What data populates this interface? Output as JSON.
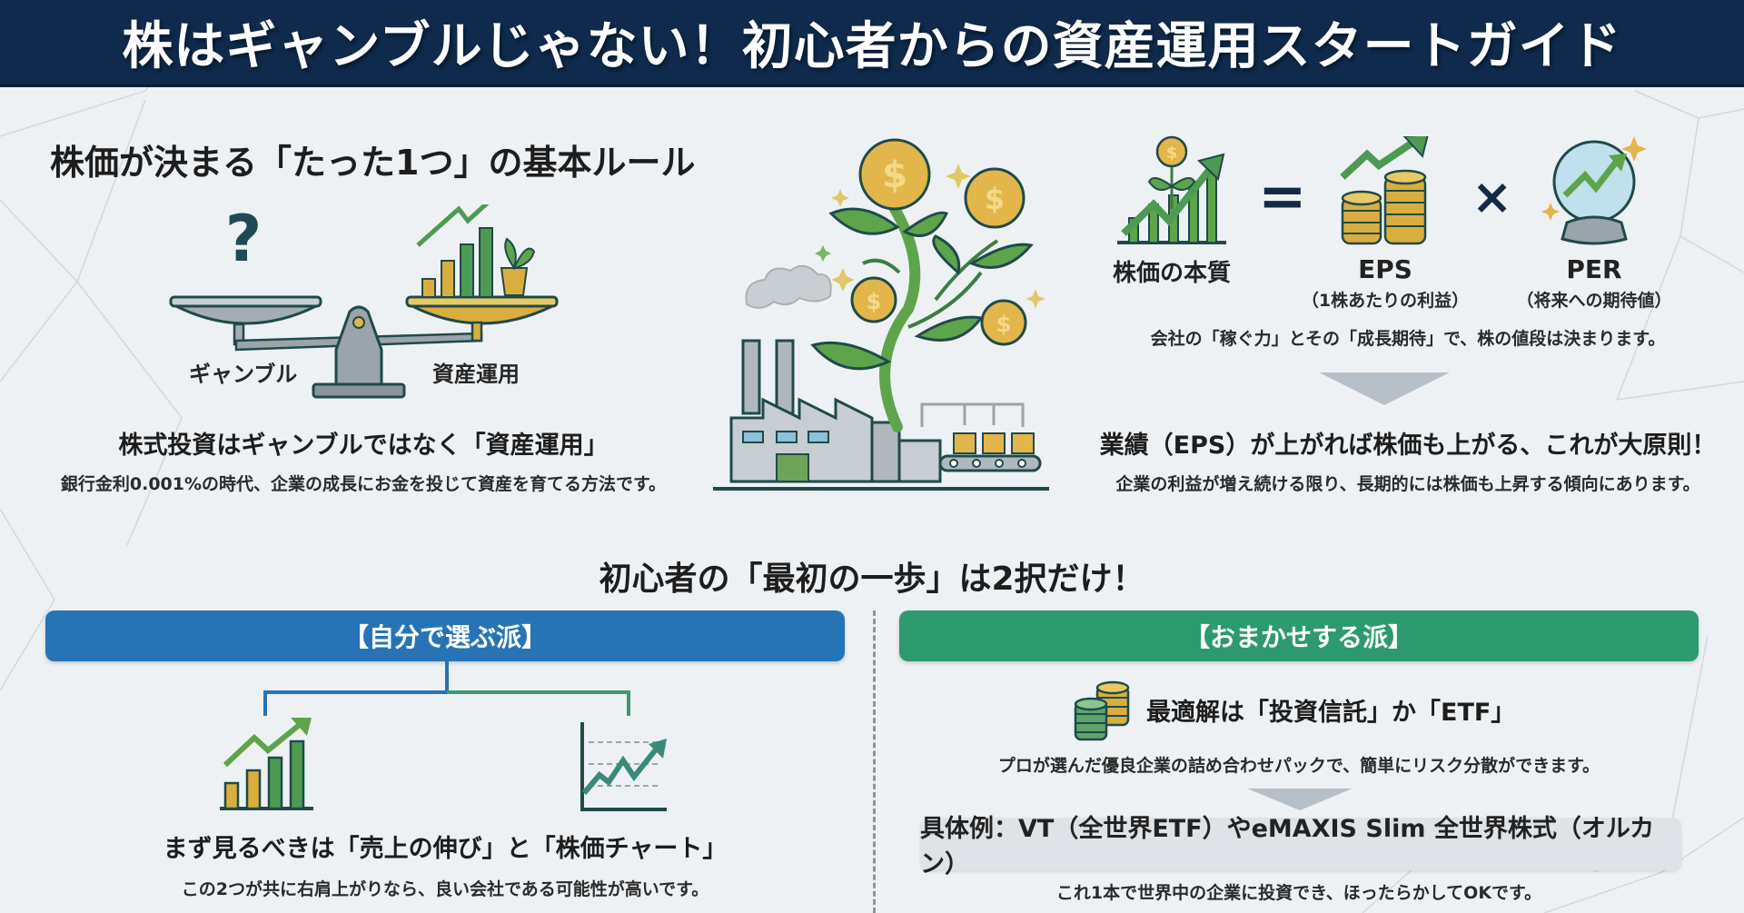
{
  "header": {
    "title": "株はギャンブルじゃない！初心者からの資産運用スタートガイド"
  },
  "rule_section": {
    "title": "株価が決まる「たった1つ」の基本ルール",
    "scale": {
      "left_label": "ギャンブル",
      "right_label": "資産運用",
      "left_icon": "question-mark-icon",
      "right_icon": "growth-bar-chart-plant-icon"
    },
    "headline": "株式投資はギャンブルではなく「資産運用」",
    "subtext": "銀行金利0.001%の時代、企業の成長にお金を投じて資産を育てる方法です。"
  },
  "center_illustration": {
    "icon": "factory-money-tree-icon",
    "coin_symbol": "$"
  },
  "formula_section": {
    "term1": {
      "label": "株価の本質",
      "icon": "stock-growth-plant-icon"
    },
    "equals": "=",
    "term2": {
      "label": "EPS",
      "sublabel": "（1株あたりの利益）",
      "icon": "coin-stack-arrow-icon"
    },
    "times": "×",
    "term3": {
      "label": "PER",
      "sublabel": "（将来への期待値）",
      "icon": "crystal-ball-icon"
    },
    "caption": "会社の「稼ぐ力」とその「成長期待」で、株の値段は決まります。",
    "headline": "業績（EPS）が上がれば株価も上がる、これが大原則！",
    "subtext": "企業の利益が増え続ける限り、長期的には株価も上昇する傾向にあります。"
  },
  "first_step_section": {
    "title": "初心者の「最初の一歩」は2択だけ！",
    "self_select": {
      "banner": "【自分で選ぶ派】",
      "icons": [
        "sales-bar-chart-icon",
        "stock-line-chart-icon"
      ],
      "headline": "まず見るべきは「売上の伸び」と「株価チャート」",
      "subtext": "この2つが共に右肩上がりなら、良い会社である可能性が高いです。"
    },
    "delegate": {
      "banner": "【おまかせする派】",
      "headline": "最適解は「投資信託」か「ETF」",
      "icon": "coin-stacks-icon",
      "subtext": "プロが選んだ優良企業の詰め合わせパックで、簡単にリスク分散ができます。",
      "example": "具体例：VT（全世界ETF）やeMAXIS Slim 全世界株式（オルカン）",
      "footer": "これ1本で世界中の企業に投資でき、ほったらかしてOKです。"
    }
  },
  "colors": {
    "header_bg": "#0f2a4c",
    "blue_banner": "#2674b5",
    "green_banner": "#2c9a6e",
    "gold": "#e2b64a",
    "leaf_green": "#5da44a",
    "outline": "#1f4a4a",
    "arrow_gray": "#b6c0c6"
  }
}
